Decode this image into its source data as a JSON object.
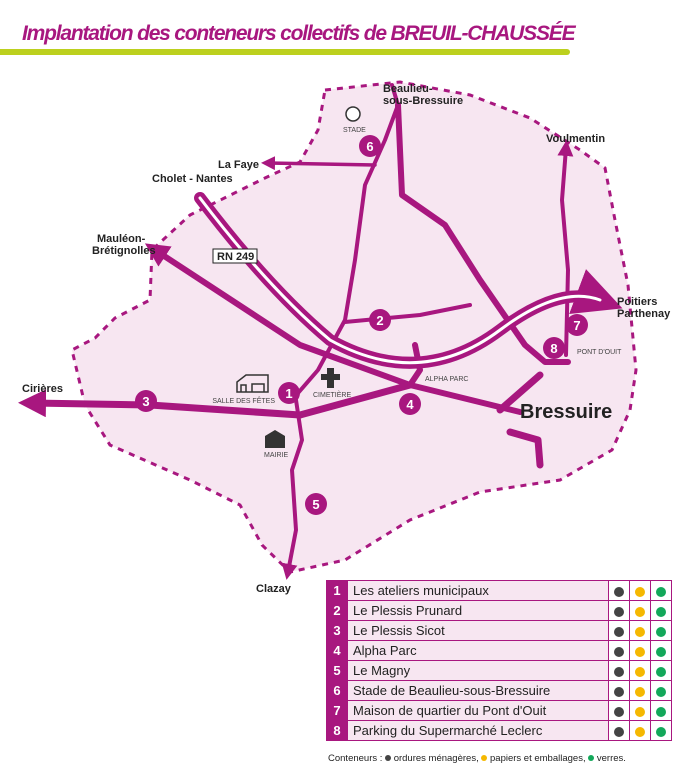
{
  "title": "Implantation des conteneurs collectifs de BREUIL-CHAUSSÉE",
  "map": {
    "places": {
      "beaulieu_1": "Beaulieu-",
      "beaulieu_2": "sous-Bressuire",
      "la_faye": "La Faye",
      "cholet": "Cholet - Nantes",
      "mauleon_1": "Mauléon-",
      "mauleon_2": "Brétignolles",
      "cirieres": "Cirières",
      "clazay": "Clazay",
      "voulmentin": "Voulmentin",
      "poitiers_1": "Poitiers",
      "poitiers_2": "Parthenay",
      "bressuire": "Bressuire",
      "rn": "RN 249"
    },
    "landmarks": {
      "stade": "STADE",
      "salle": "SALLE DES FÊTES",
      "cimetiere": "CIMETIÈRE",
      "mairie": "MAIRIE",
      "alpha": "ALPHA PARC",
      "pont": "PONT D'OUIT"
    },
    "markers": [
      "1",
      "2",
      "3",
      "4",
      "5",
      "6",
      "7",
      "8"
    ]
  },
  "colors": {
    "accent": "#a8177f",
    "area": "#f7e6f1",
    "ordures": "#444444",
    "papiers": "#f5b800",
    "verres": "#13a85a"
  },
  "legend": {
    "rows": [
      {
        "num": "1",
        "name": "Les ateliers municipaux"
      },
      {
        "num": "2",
        "name": "Le Plessis Prunard"
      },
      {
        "num": "3",
        "name": "Le Plessis Sicot"
      },
      {
        "num": "4",
        "name": "Alpha Parc"
      },
      {
        "num": "5",
        "name": "Le Magny"
      },
      {
        "num": "6",
        "name": "Stade de Beaulieu-sous-Bressuire"
      },
      {
        "num": "7",
        "name": "Maison de quartier du Pont d'Ouit"
      },
      {
        "num": "8",
        "name": "Parking du Supermarché Leclerc"
      }
    ],
    "footer": {
      "prefix": "Conteneurs :",
      "ordures": "ordures ménagères,",
      "papiers": "papiers et emballages,",
      "verres": "verres."
    }
  }
}
